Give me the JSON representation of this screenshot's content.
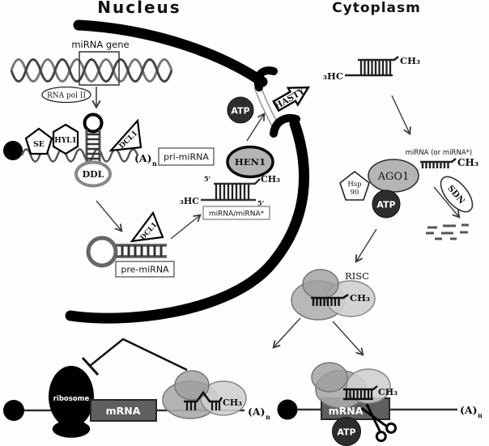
{
  "figure": {
    "nucleus_title": "Nucleus",
    "cytoplasm_title": "Cytoplasm"
  },
  "labels": {
    "mirna_gene": "miRNA gene",
    "rna_pol_ii": "RNA pol II",
    "se": "SE",
    "hyl1": "HYL1",
    "dcl1": "DCL1",
    "ddl": "DDL",
    "poly_a": "(A)",
    "poly_a_sub": "n",
    "pri_mirna": "pri-miRNA",
    "pre_mirna": "pre-miRNA",
    "hen1": "HEN1",
    "atp": "ATP",
    "hasty": "HASTY",
    "five_prime": "5'",
    "ch3": "CH₃",
    "h3c": "₃HC",
    "mirna_duplex": "miRNA/miRNA*",
    "mirna_or_star": "miRNA (or miRNA*)",
    "ago1": "AGO1",
    "hsp_top": "Hsp",
    "hsp_bottom": "90",
    "sdn": "SDN",
    "risc": "RISC",
    "ribosome": "ribosome",
    "mrna": "mRNA"
  },
  "colors": {
    "membrane": "#000000",
    "protein_fill": "#b5b5b5",
    "atp_fill": "#2d2d2d",
    "mrna_bar_fill": "#5f5f5f",
    "risc_fill": "#b0b0b0"
  }
}
